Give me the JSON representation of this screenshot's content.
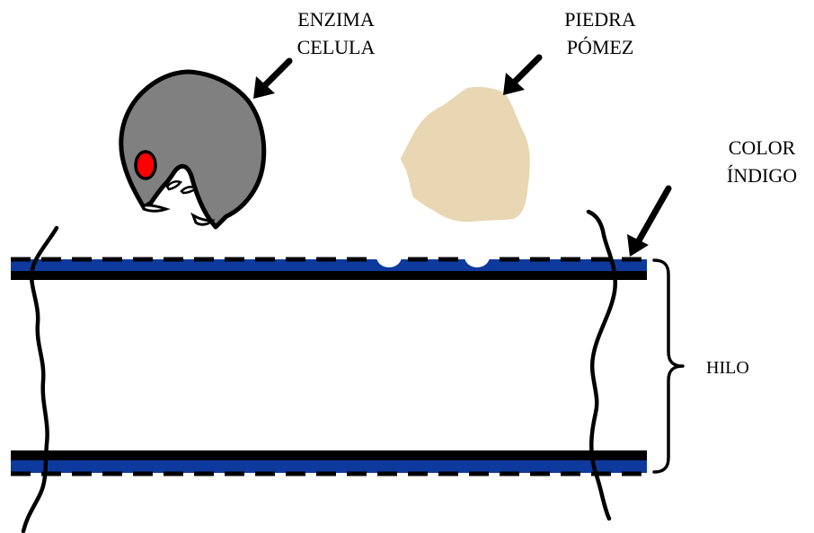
{
  "labels": {
    "enzyme_line1": "ENZIMA",
    "enzyme_line2": "CELULA",
    "pumice_line1": "PIEDRA",
    "pumice_line2": "PÓMEZ",
    "indigo_line1": "COLOR",
    "indigo_line2": "ÍNDIGO",
    "thread": "HILO"
  },
  "colors": {
    "indigo_band": "#0d3a9c",
    "thread_edge": "#000000",
    "enzyme_body": "#808080",
    "enzyme_eye": "#ff0000",
    "pumice": "#ead9b4",
    "background": "#ffffff"
  },
  "icons": {
    "enzyme": "pacman-enzyme-icon",
    "pumice": "pumice-stone-icon",
    "arrows": "arrow-down-left-icon",
    "brace": "right-curly-brace-icon"
  }
}
